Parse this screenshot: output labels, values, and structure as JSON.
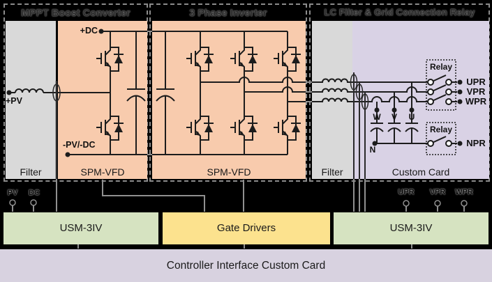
{
  "diagram": {
    "blocks": [
      {
        "title": "MPPT Boost Converter",
        "areas": [
          {
            "label": "Filter"
          },
          {
            "label": "SPM-VFD"
          }
        ]
      },
      {
        "title": "3 Phase Inverter",
        "areas": [
          {
            "label": "SPM-VFD"
          }
        ]
      },
      {
        "title": "LC Filter & Grid Connection Relay",
        "areas": [
          {
            "label": "Filter"
          },
          {
            "label": "Custom Card"
          }
        ]
      }
    ],
    "nodes": {
      "pv_pos": "+PV",
      "dc_pos": "+DC",
      "pv_neg": "-PV/-DC",
      "w": "W",
      "v": "V",
      "u": "U",
      "n": "N",
      "upr": "UPR",
      "vpr": "VPR",
      "wpr": "WPR",
      "npr": "NPR"
    },
    "relay_label": "Relay",
    "bottom": {
      "left_connectors": [
        "PV",
        "DC"
      ],
      "right_connectors": [
        "UPR",
        "VPR",
        "WPR"
      ],
      "boxes": [
        "USM-3IV",
        "Gate Drivers",
        "USM-3IV"
      ],
      "bar": "Controller Interface Custom Card"
    },
    "colors": {
      "orange": "#f8cbad",
      "graybox": "#d9d9d9",
      "lavender": "#d9d2e5",
      "green": "#d6e3c1",
      "yellow": "#fce28e",
      "bar": "#d8d2e0"
    }
  }
}
